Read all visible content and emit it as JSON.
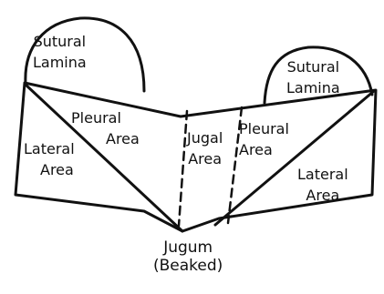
{
  "labels": {
    "sutural_lamina_left": [
      "Sutural",
      "Lamina"
    ],
    "sutural_lamina_right": [
      "Sutural",
      "Lamina"
    ],
    "pleural_area_left": [
      "Pleural",
      "Area"
    ],
    "pleural_area_right": [
      "Pleural",
      "Area"
    ],
    "lateral_area_left": [
      "Lateral",
      "Area"
    ],
    "lateral_area_right": [
      "Lateral",
      "Area"
    ],
    "jugal_area": [
      "Jugal",
      "Area"
    ],
    "jugum": [
      "Jugum",
      "(Beaked)"
    ]
  },
  "colors": {
    "ink": "#111111",
    "paper": "#ffffff"
  }
}
